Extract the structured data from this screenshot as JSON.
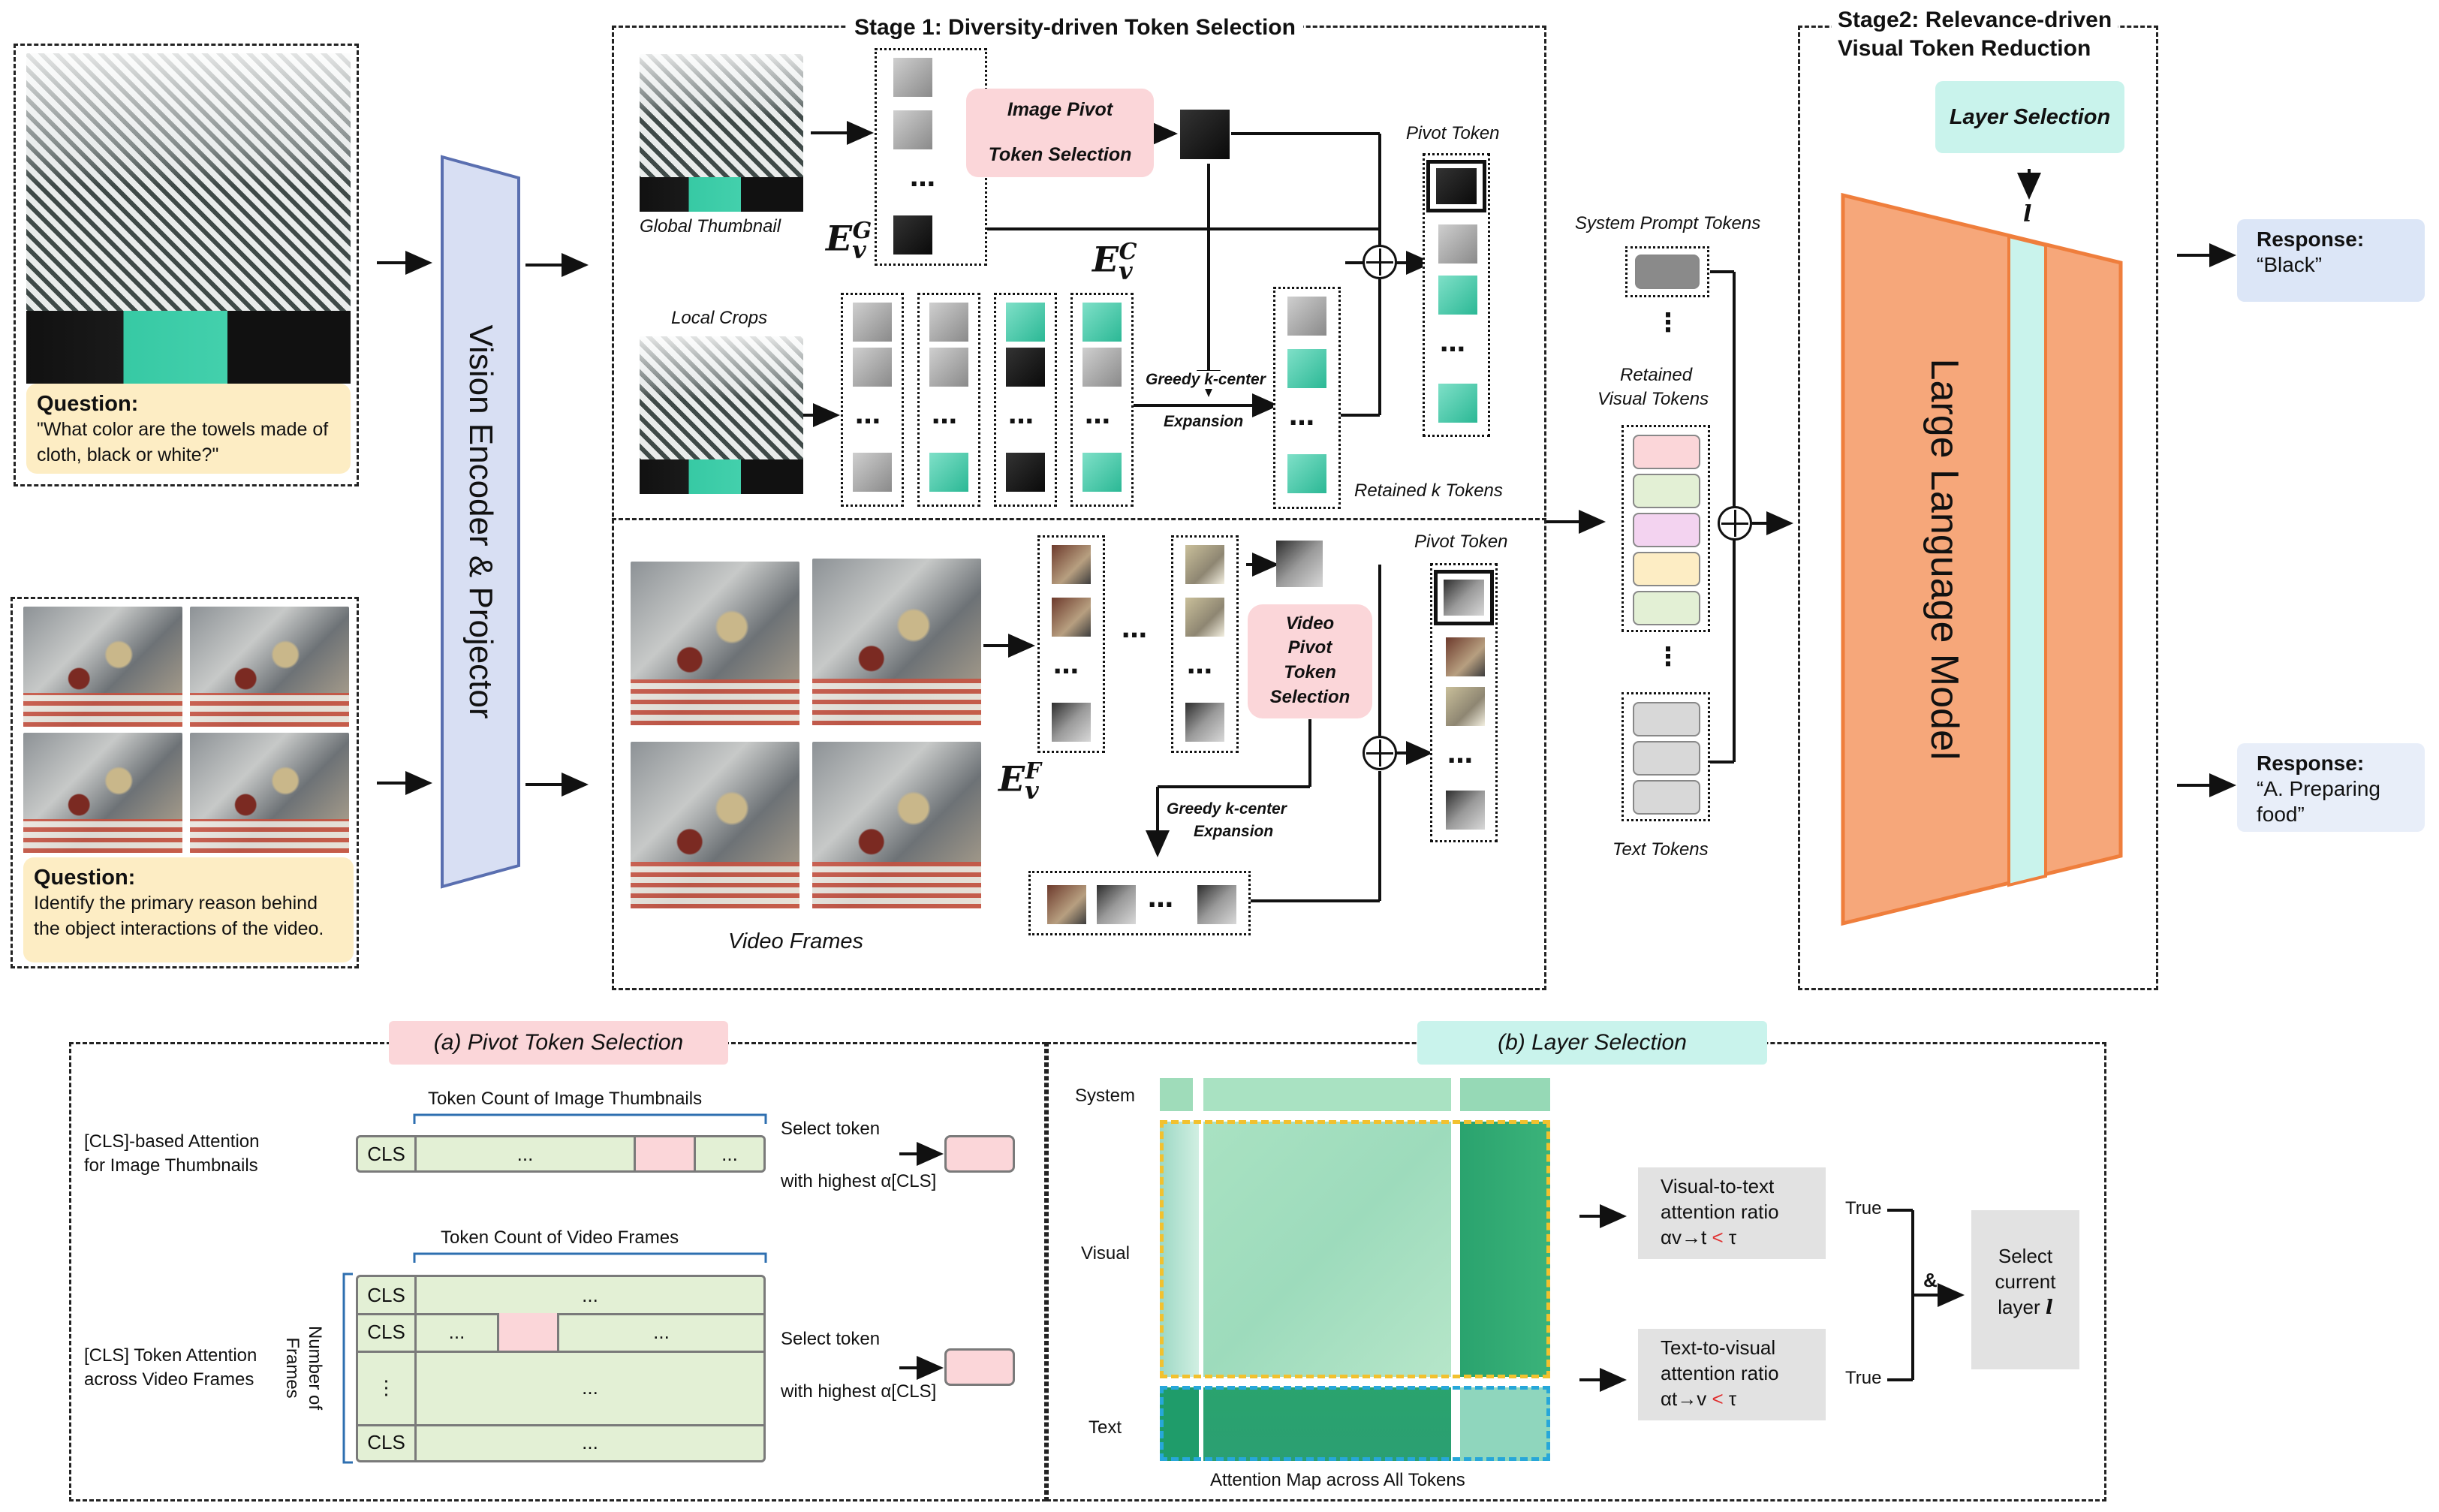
{
  "colors": {
    "encoder_fill": "#d8dff3",
    "encoder_stroke": "#5a6fb0",
    "llm_fill": "#f6a77a",
    "llm_stroke": "#ef7e3c",
    "layer_fill": "#c9f3ec",
    "pink": "#fbd6d9",
    "question_bg": "#fdedc4",
    "response_bg": "#dce6f7",
    "row_green": "#e3f0d5",
    "attn_light": "#a9e2c2",
    "attn_dark": "#2aa36e",
    "yellow_dash": "#f2c12e",
    "blue_dash": "#27a7d9",
    "red_lt": "#e03030"
  },
  "image_input": {
    "question_title": "Question:",
    "question_text": "\"What color are the towels made of cloth, black or white?\""
  },
  "video_input": {
    "question_title": "Question:",
    "question_text": "Identify the primary reason behind the object interactions  of the video."
  },
  "encoder": {
    "label": "Vision Encoder & Projector"
  },
  "stage1": {
    "title": "Stage 1: Diversity-driven Token Selection",
    "global_thumbnail": "Global Thumbnail",
    "local_crops": "Local Crops",
    "eg_main": "E",
    "eg_sub": "v",
    "eg_sup": "G",
    "ec_main": "E",
    "ec_sub": "v",
    "ec_sup": "C",
    "ef_main": "E",
    "ef_sub": "v",
    "ef_sup": "F",
    "image_pivot_line1": "Image Pivot",
    "image_pivot_line2": "Token Selection",
    "greedy_line1": "Greedy k-center",
    "greedy_line2": "Expansion",
    "pivot_token": "Pivot Token",
    "retained_k": "Retained k Tokens",
    "video_frames": "Video Frames",
    "video_pivot_line1": "Video",
    "video_pivot_line2": "Pivot",
    "video_pivot_line3": "Token",
    "video_pivot_line4": "Selection",
    "video_greedy_line1": "Greedy  k-center",
    "video_greedy_line2": "Expansion",
    "video_pivot_token": "Pivot Token",
    "ellipsis": "…",
    "vdots": "⋮"
  },
  "middle": {
    "system_prompt": "System Prompt Tokens",
    "retained_visual_line1": "Retained",
    "retained_visual_line2": "Visual Tokens",
    "text_tokens": "Text Tokens"
  },
  "stage2": {
    "title_line1": "Stage2: Relevance-driven",
    "title_line2": "Visual Token Reduction",
    "layer_selection": "Layer Selection",
    "l_symbol": "l",
    "llm_label": "Large Language Model"
  },
  "responses": [
    {
      "title": "Response:",
      "text": "“Black”"
    },
    {
      "title": "Response:",
      "text": "“A. Preparing food”"
    }
  ],
  "panel_a": {
    "title": "(a) Pivot Token Selection",
    "label1_line1": "[CLS]-based Attention",
    "label1_line2": "for Image Thumbnails",
    "brace1": "Token Count of Image Thumbnails",
    "cls": "CLS",
    "dots": "...",
    "select1": "Select token",
    "highest1": "with highest α[CLS]",
    "label2_line1": "[CLS] Token Attention",
    "label2_line2": "across Video Frames",
    "brace2": "Token Count of Video Frames",
    "num_frames_line1": "Number of",
    "num_frames_line2": "Frames",
    "select2": "Select token",
    "highest2": "with highest α[CLS]",
    "vdots": "⋮"
  },
  "panel_b": {
    "title": "(b) Layer Selection",
    "row_system": "System",
    "row_visual": "Visual",
    "row_text": "Text",
    "caption": "Attention Map across All Tokens",
    "ratio1_line1": "Visual-to-text",
    "ratio1_line2": "attention ratio",
    "ratio1_alpha": "αv→t",
    "ratio2_line1": "Text-to-visual",
    "ratio2_line2": "attention ratio",
    "ratio2_alpha": "αt→v",
    "lt": "<",
    "tau": "τ",
    "true1": "True",
    "true2": "True",
    "and": "&",
    "select_line1": "Select",
    "select_line2": "current",
    "select_line3": "layer",
    "select_l": "l"
  }
}
